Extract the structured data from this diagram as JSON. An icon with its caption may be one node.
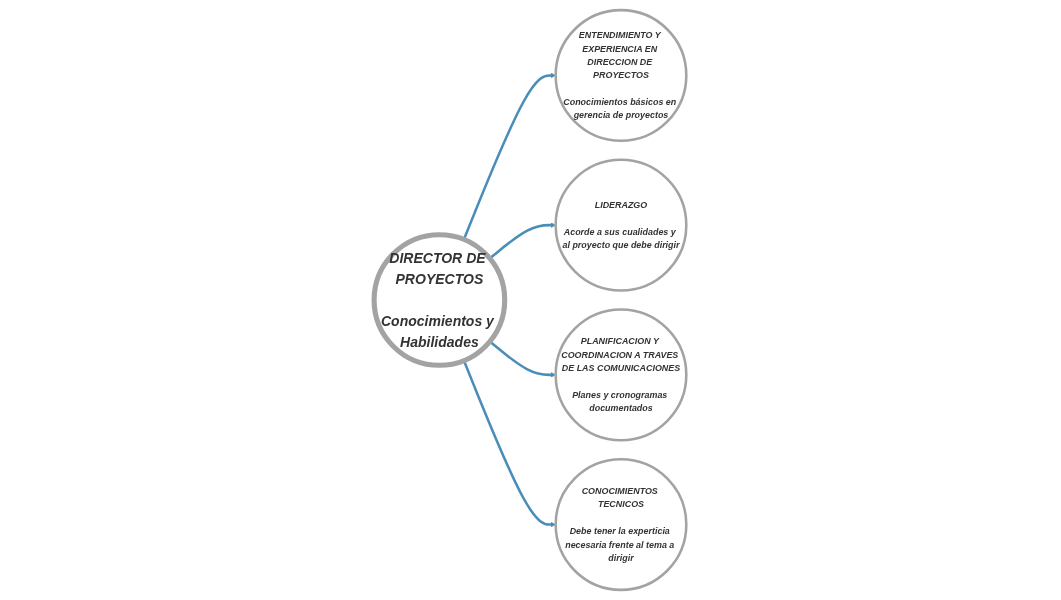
{
  "diagram": {
    "nodes": [
      {
        "text": [
          "DIRECTOR DE PROYECTOS",
          "Conocimientos y Habilidades"
        ]
      },
      {
        "text": [
          "ENTENDIMIENTO Y EXPERIENCIA EN DIRECCION DE PROYECTOS",
          "Conocimientos básicos en gerencia de proyectos"
        ]
      },
      {
        "text": [
          "LIDERAZGO",
          "Acorde a sus cualidades y al proyecto que debe dirigir"
        ]
      },
      {
        "text": [
          "PLANIFICACION Y COORDINACION A TRAVES DE LAS COMUNICACIONES",
          "Planes y cronogramas documentados"
        ]
      },
      {
        "text": [
          "CONOCIMIENTOS TECNICOS",
          "Debe tener la experticia necesaria frente al tema a dirigir"
        ]
      }
    ],
    "edges": [
      {
        "from": 0,
        "to": 1,
        "arrow": "to"
      },
      {
        "from": 0,
        "to": 2,
        "arrow": "to"
      },
      {
        "from": 0,
        "to": 3,
        "arrow": "to"
      },
      {
        "from": 0,
        "to": 4,
        "arrow": "to"
      }
    ]
  }
}
